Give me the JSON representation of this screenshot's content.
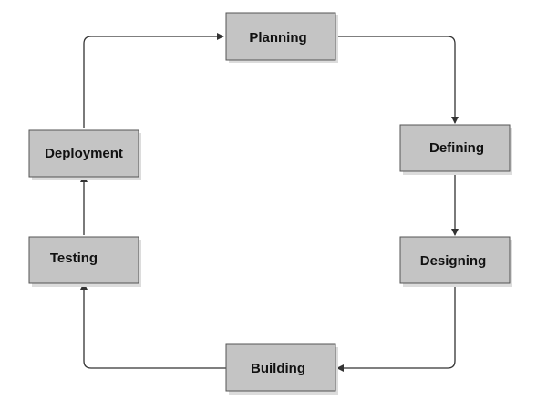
{
  "diagram": {
    "stages": {
      "planning": "Planning",
      "defining": "Defining",
      "designing": "Designing",
      "building": "Building",
      "testing": "Testing",
      "deployment": "Deployment"
    },
    "flow": [
      "Planning",
      "Defining",
      "Designing",
      "Building",
      "Testing",
      "Deployment",
      "Planning"
    ],
    "colors": {
      "box_fill": "#c4c4c4",
      "box_border": "#555555",
      "arrow": "#333333"
    }
  }
}
